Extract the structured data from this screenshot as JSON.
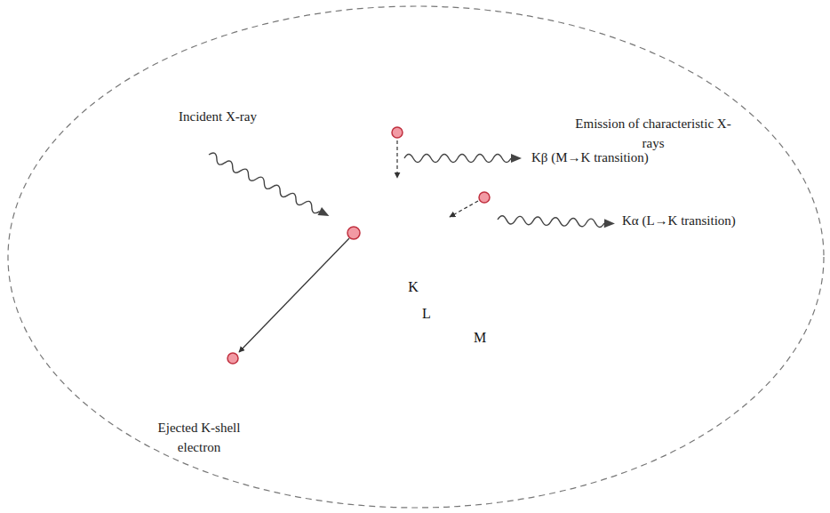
{
  "diagram": {
    "nodes": [
      {
        "text": [
          "M"
        ]
      },
      {
        "text": [
          "L"
        ],
        "in": 0
      },
      {
        "text": [
          "K"
        ],
        "in": 1
      }
    ],
    "labels": [
      "Incident X-ray",
      "Kβ (M→K transition)",
      "Emission of characteristic X-rays",
      "Kα (L→K transition)",
      "Ejected K-shell electron"
    ]
  }
}
